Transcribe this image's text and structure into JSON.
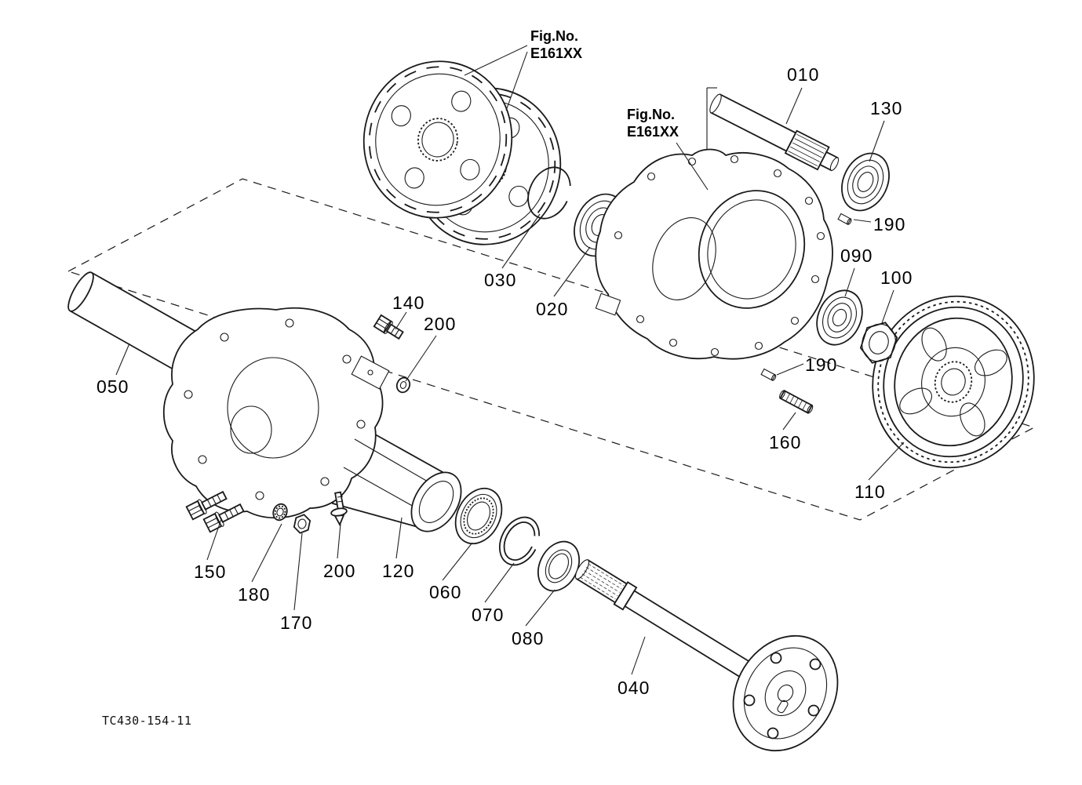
{
  "diagram": {
    "drawing_number": "TC430-154-11",
    "fig_refs": {
      "top": {
        "line1": "Fig.No.",
        "line2": "E161XX"
      },
      "mid": {
        "line1": "Fig.No.",
        "line2": "E161XX"
      }
    },
    "callouts": {
      "c010": "010",
      "c020": "020",
      "c030": "030",
      "c040": "040",
      "c050": "050",
      "c060": "060",
      "c070": "070",
      "c080": "080",
      "c090": "090",
      "c100": "100",
      "c110": "110",
      "c120": "120",
      "c130": "130",
      "c140": "140",
      "c150": "150",
      "c160": "160",
      "c170": "170",
      "c180": "180",
      "c190_upper": "190",
      "c190_lower": "190",
      "c200_top": "200",
      "c200_bottom": "200"
    },
    "line_color": "#1a1a1a"
  }
}
